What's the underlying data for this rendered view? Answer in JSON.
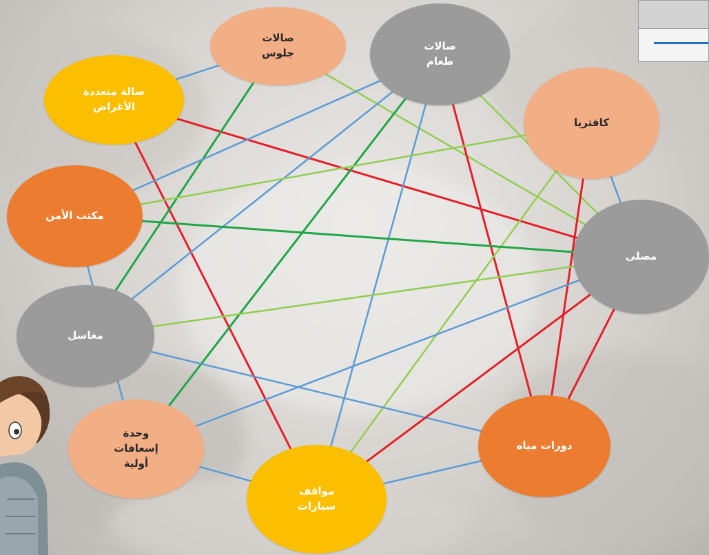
{
  "diagram": {
    "nodes": [
      {
        "id": "seating-halls",
        "label": "صالات\nجلوس",
        "color": "#f2ae85",
        "text_color": "#2a2a2a"
      },
      {
        "id": "dining-halls",
        "label": "صالات\nطعام",
        "color": "#9b9b9b",
        "text_color": "#ffffff"
      },
      {
        "id": "multipurpose-hall",
        "label": "صالة متعددة\nالأغراض",
        "color": "#fcbf00",
        "text_color": "#ffffff"
      },
      {
        "id": "cafeteria",
        "label": "كافتريا",
        "color": "#f2ae85",
        "text_color": "#2a2a2a"
      },
      {
        "id": "security-office",
        "label": "مكتب الأمن",
        "color": "#ec7c30",
        "text_color": "#ffffff"
      },
      {
        "id": "prayer-room",
        "label": "مصلى",
        "color": "#9b9b9b",
        "text_color": "#ffffff"
      },
      {
        "id": "washbasins",
        "label": "مغاسل",
        "color": "#9b9b9b",
        "text_color": "#ffffff"
      },
      {
        "id": "first-aid-unit",
        "label": "وحدة\nإسعافات\nأولية",
        "color": "#f2ae85",
        "text_color": "#2a2a2a"
      },
      {
        "id": "restrooms",
        "label": "دورات مياه",
        "color": "#ec7c30",
        "text_color": "#ffffff"
      },
      {
        "id": "parking",
        "label": "مواقف\nسيارات",
        "color": "#fcbf00",
        "text_color": "#ffffff"
      }
    ],
    "relation_colors": {
      "red": "#e3202a",
      "green": "#1fa647",
      "lightgreen": "#92cd50",
      "blue": "#5b9bd5"
    },
    "edges": [
      {
        "from": "multipurpose-hall",
        "to": "seating-halls",
        "type": "blue"
      },
      {
        "from": "multipurpose-hall",
        "to": "prayer-room",
        "type": "red"
      },
      {
        "from": "multipurpose-hall",
        "to": "parking",
        "type": "red"
      },
      {
        "from": "seating-halls",
        "to": "washbasins",
        "type": "green"
      },
      {
        "from": "seating-halls",
        "to": "prayer-room",
        "type": "lightgreen"
      },
      {
        "from": "dining-halls",
        "to": "security-office",
        "type": "blue"
      },
      {
        "from": "dining-halls",
        "to": "washbasins",
        "type": "blue"
      },
      {
        "from": "dining-halls",
        "to": "first-aid-unit",
        "type": "green"
      },
      {
        "from": "dining-halls",
        "to": "parking",
        "type": "blue"
      },
      {
        "from": "dining-halls",
        "to": "restrooms",
        "type": "red"
      },
      {
        "from": "dining-halls",
        "to": "prayer-room",
        "type": "lightgreen"
      },
      {
        "from": "cafeteria",
        "to": "security-office",
        "type": "lightgreen"
      },
      {
        "from": "cafeteria",
        "to": "parking",
        "type": "lightgreen"
      },
      {
        "from": "cafeteria",
        "to": "restrooms",
        "type": "red"
      },
      {
        "from": "cafeteria",
        "to": "prayer-room",
        "type": "blue"
      },
      {
        "from": "security-office",
        "to": "prayer-room",
        "type": "green"
      },
      {
        "from": "security-office",
        "to": "first-aid-unit",
        "type": "blue"
      },
      {
        "from": "washbasins",
        "to": "prayer-room",
        "type": "lightgreen"
      },
      {
        "from": "washbasins",
        "to": "restrooms",
        "type": "blue"
      },
      {
        "from": "first-aid-unit",
        "to": "prayer-room",
        "type": "blue"
      },
      {
        "from": "first-aid-unit",
        "to": "parking",
        "type": "blue"
      },
      {
        "from": "parking",
        "to": "prayer-room",
        "type": "red"
      },
      {
        "from": "parking",
        "to": "restrooms",
        "type": "blue"
      },
      {
        "from": "restrooms",
        "to": "prayer-room",
        "type": "red"
      }
    ]
  },
  "legend": {
    "swatch_color": "#1f6fc4"
  }
}
